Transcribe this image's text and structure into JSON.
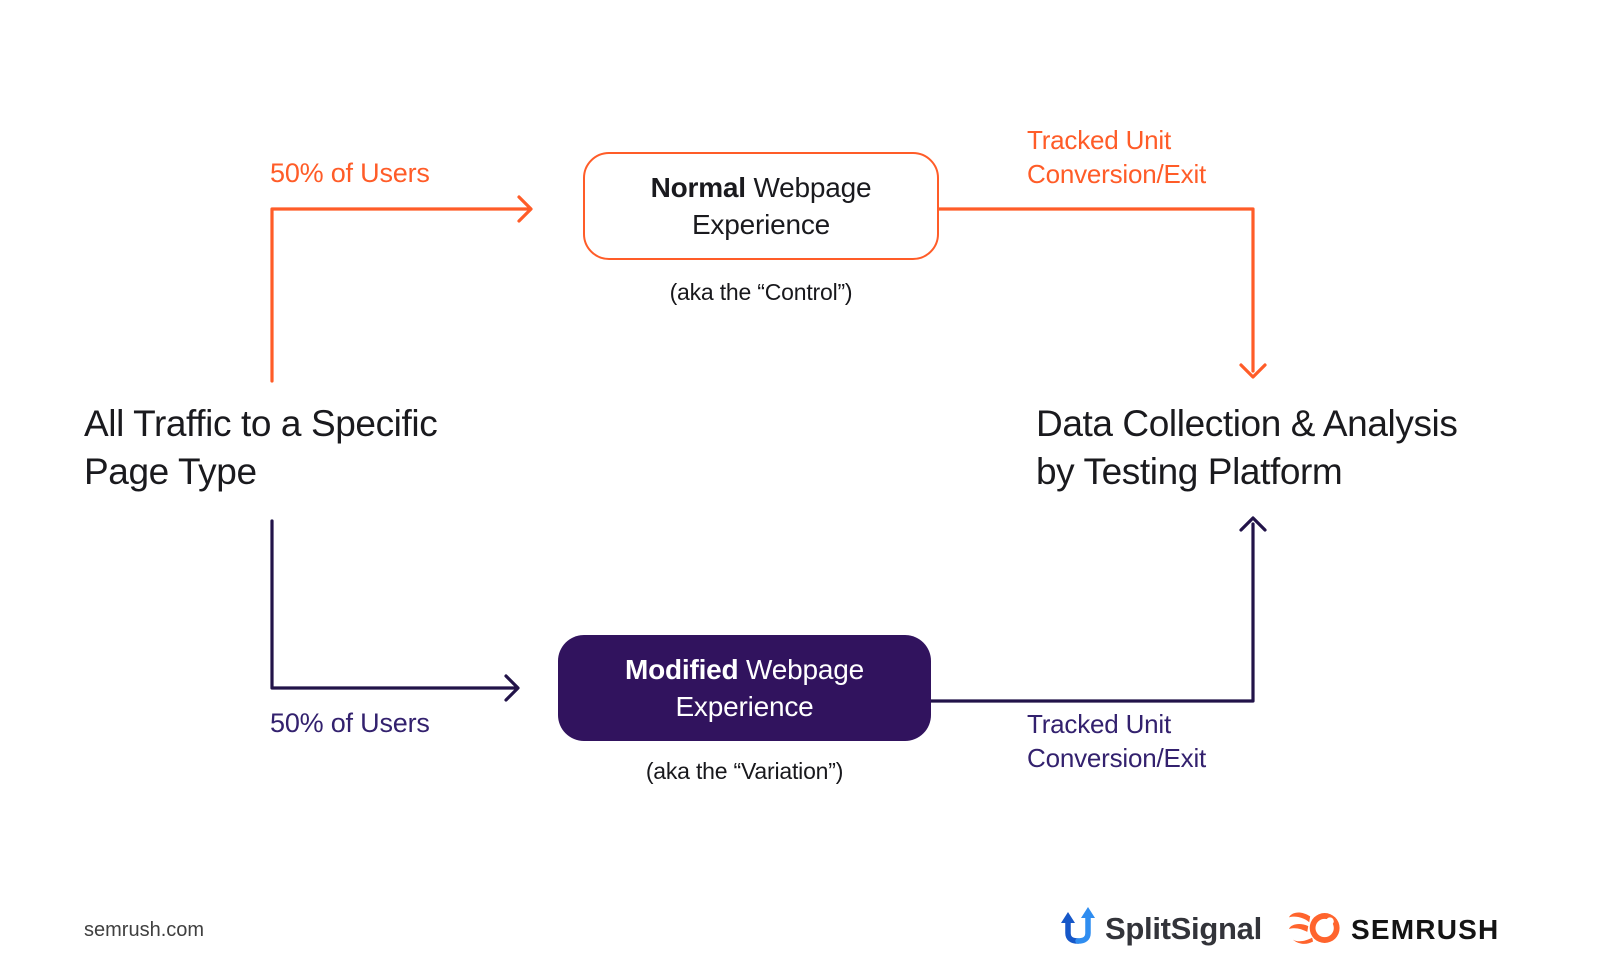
{
  "palette": {
    "orange": "#FF5C28",
    "navy_line": "#221349",
    "navy_text": "#33216E",
    "box_purple_fill": "#31135E",
    "text_dark": "#1A1A1E",
    "splitsignal_blue_dark": "#1657C8",
    "splitsignal_blue_light": "#2F8DF0",
    "semrush_orange": "#FF642D"
  },
  "source": {
    "heading_line1": "All Traffic to a Specific",
    "heading_line2": "Page Type"
  },
  "result": {
    "heading_line1": "Data Collection & Analysis",
    "heading_line2": "by Testing Platform"
  },
  "control_branch": {
    "split_label": "50% of Users",
    "box_title_bold": "Normal",
    "box_title_rest": " Webpage",
    "box_title_line2": "Experience",
    "caption": "(aka the “Control”)",
    "tracked_line1": "Tracked Unit",
    "tracked_line2": "Conversion/Exit"
  },
  "variation_branch": {
    "split_label": "50% of Users",
    "box_title_bold": "Modified",
    "box_title_rest": " Webpage",
    "box_title_line2": "Experience",
    "caption": "(aka the “Variation”)",
    "tracked_line1": "Tracked Unit",
    "tracked_line2": "Conversion/Exit"
  },
  "footer": {
    "website": "semrush.com",
    "splitsignal_wordmark": "SplitSignal",
    "semrush_wordmark": "SEMRUSH"
  },
  "icons": {
    "splitsignal": "split-arrow-up-icon",
    "semrush": "fireball-icon"
  }
}
